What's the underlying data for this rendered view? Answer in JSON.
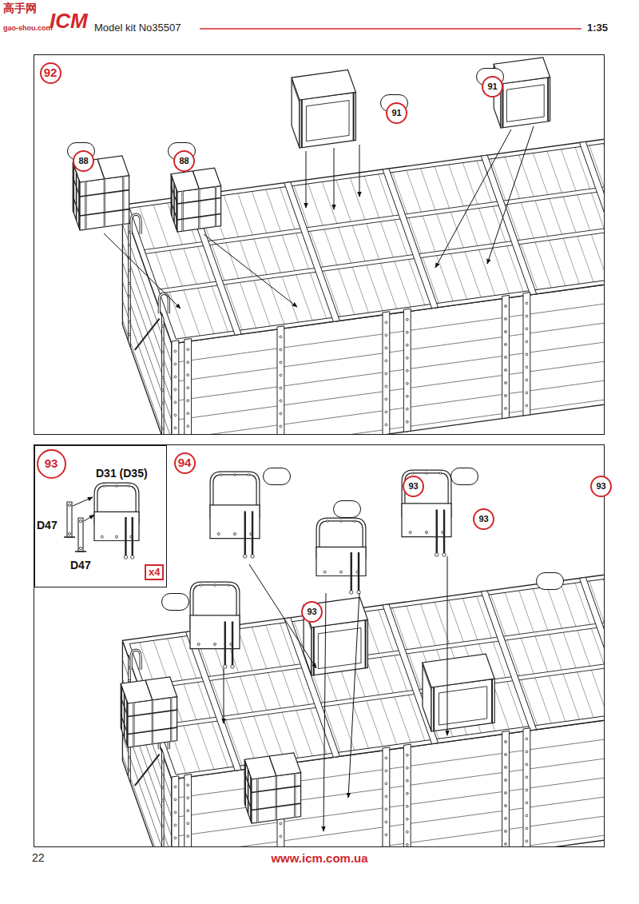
{
  "diagram": {
    "nodes": [
      {
        "text": [
          "92"
        ]
      },
      {
        "text": [
          "88"
        ],
        "in": 0
      },
      {
        "text": [
          "88"
        ],
        "in": 0
      },
      {
        "text": [
          "91"
        ],
        "in": 0
      },
      {
        "text": [
          "91"
        ],
        "in": 0
      },
      {
        "text": [
          "94"
        ]
      },
      {
        "text": [
          "93"
        ],
        "in": 5
      },
      {
        "text": [
          "93"
        ],
        "in": 5
      },
      {
        "text": [
          "93"
        ],
        "in": 5
      },
      {
        "text": [
          "93"
        ],
        "in": 5
      },
      {
        "text": [
          "93"
        ],
        "in": 5
      },
      {
        "text": [
          "92"
        ],
        "in": 5
      }
    ],
    "labels": [
      "高手网",
      "gao-shou.com",
      "ICM",
      "Model kit No35507",
      "1:35",
      "D31 (D35)",
      "D47",
      "D47",
      "x4",
      "22",
      "www.icm.com.ua"
    ]
  }
}
